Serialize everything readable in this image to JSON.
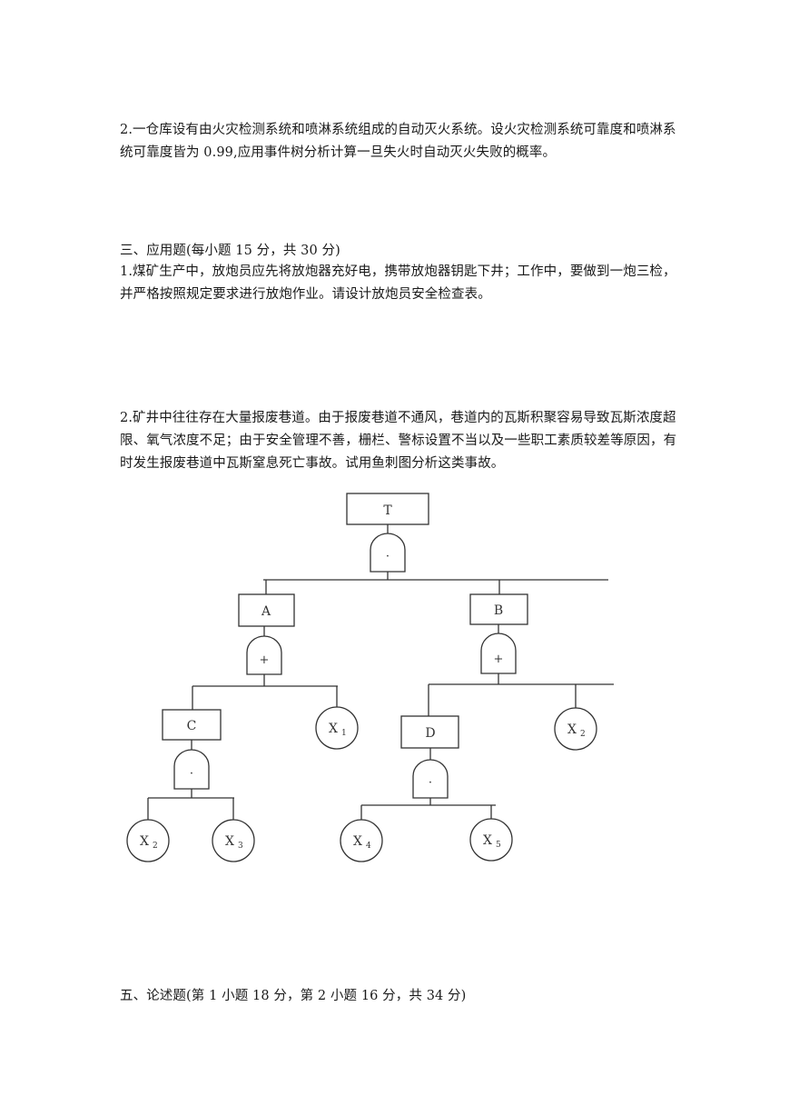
{
  "question_2": "2.一仓库设有由火灾检测系统和喷淋系统组成的自动灭火系统。设火灾检测系统可靠度和喷淋系统可靠度皆为 0.99,应用事件树分析计算一旦失火时自动灭火失败的概率。",
  "section_3": {
    "heading": "三、应用题(每小题 15 分，共 30 分)",
    "question_1": "1.煤矿生产中，放炮员应先将放炮器充好电，携带放炮器钥匙下井；工作中，要做到一炮三检，并严格按照规定要求进行放炮作业。请设计放炮员安全检查表。",
    "question_2": "2.矿井中往往存在大量报废巷道。由于报废巷道不通风，巷道内的瓦斯积聚容易导致瓦斯浓度超限、氧气浓度不足；由于安全管理不善，栅栏、警标设置不当以及一些职工素质较差等原因，有时发生报废巷道中瓦斯窒息死亡事故。试用鱼刺图分析这类事故。"
  },
  "fault_tree": {
    "top_event": "T",
    "top_gate": "·",
    "event_a": "A",
    "gate_a": "+",
    "event_b": "B",
    "gate_b": "+",
    "event_c": "C",
    "gate_c": "·",
    "event_d": "D",
    "gate_d": "·",
    "basic_events": {
      "a_right": {
        "letter": "X",
        "sub": "1"
      },
      "b_right": {
        "letter": "X",
        "sub": "2"
      },
      "c_left": {
        "letter": "X",
        "sub": "2"
      },
      "c_right": {
        "letter": "X",
        "sub": "3"
      },
      "d_left": {
        "letter": "X",
        "sub": "4"
      },
      "d_right": {
        "letter": "X",
        "sub": "5"
      }
    }
  },
  "section_5": {
    "heading": "五、论述题(第 1 小题 18 分，第 2 小题 16 分，共 34 分)"
  }
}
